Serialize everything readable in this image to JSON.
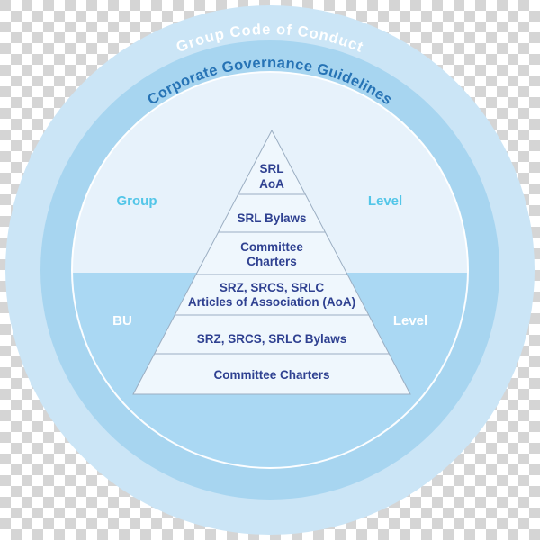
{
  "diagram": {
    "title_semantic": "corporate-governance-structure",
    "outer_ring": {
      "label": "Group Code of Conduct"
    },
    "middle_ring": {
      "label": "Corporate Governance Guidelines"
    },
    "inner_circle": {
      "top_section": {
        "left_label": "Group",
        "right_label": "Level"
      },
      "bottom_section": {
        "left_label": "BU",
        "right_label": "Level"
      }
    },
    "pyramid": {
      "levels": [
        {
          "line1": "SRL",
          "line2": "AoA"
        },
        {
          "line1": "SRL Bylaws",
          "line2": ""
        },
        {
          "line1": "Committee",
          "line2": "Charters"
        },
        {
          "line1": "SRZ, SRCS, SRLC",
          "line2": "Articles of Association (AoA)"
        },
        {
          "line1": "SRZ, SRCS, SRLC Bylaws",
          "line2": ""
        },
        {
          "line1": "Committee Charters",
          "line2": ""
        }
      ]
    },
    "colors": {
      "checker_gray": "#d5d5d5",
      "outer_ring_fill": "#cbe5f6",
      "middle_ring_fill": "#a7d5f0",
      "inner_top_fill": "#e7f2fb",
      "inner_bottom_fill": "#aad8f3",
      "pyramid_fill": "#eff7fd",
      "pyramid_stroke": "#9baec2",
      "pyramid_text": "#2f4191",
      "outer_ring_text": "#ffffff",
      "middle_ring_text": "#2673b5",
      "group_level_text": "#53c6e8",
      "bu_level_text": "#ffffff"
    }
  }
}
